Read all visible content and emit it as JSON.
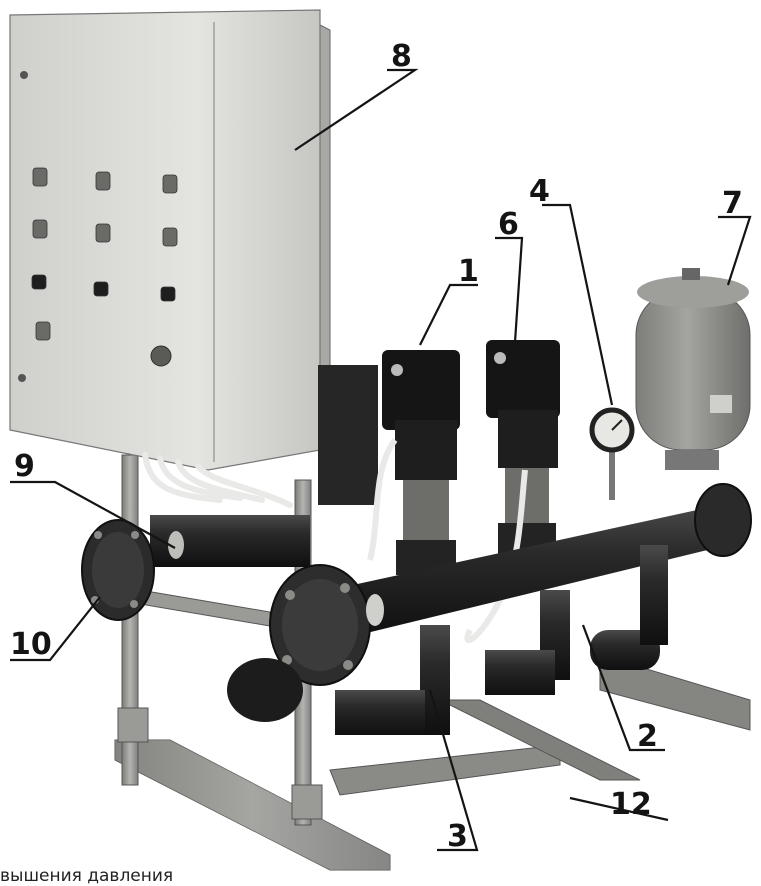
{
  "photo": {
    "colors": {
      "cabinet": "#dcdcd9",
      "frame": "#9b9b98",
      "pipe": "#262626",
      "motor": "#181818",
      "tank": "#8e8e8b",
      "background": "#ffffff"
    }
  },
  "callouts": [
    {
      "id": "1",
      "label": "1"
    },
    {
      "id": "2",
      "label": "2"
    },
    {
      "id": "3",
      "label": "3"
    },
    {
      "id": "4",
      "label": "4"
    },
    {
      "id": "6",
      "label": "6"
    },
    {
      "id": "7",
      "label": "7"
    },
    {
      "id": "8",
      "label": "8"
    },
    {
      "id": "9",
      "label": "9"
    },
    {
      "id": "10",
      "label": "10"
    },
    {
      "id": "12",
      "label": "12"
    }
  ],
  "caption": "вышения давления"
}
